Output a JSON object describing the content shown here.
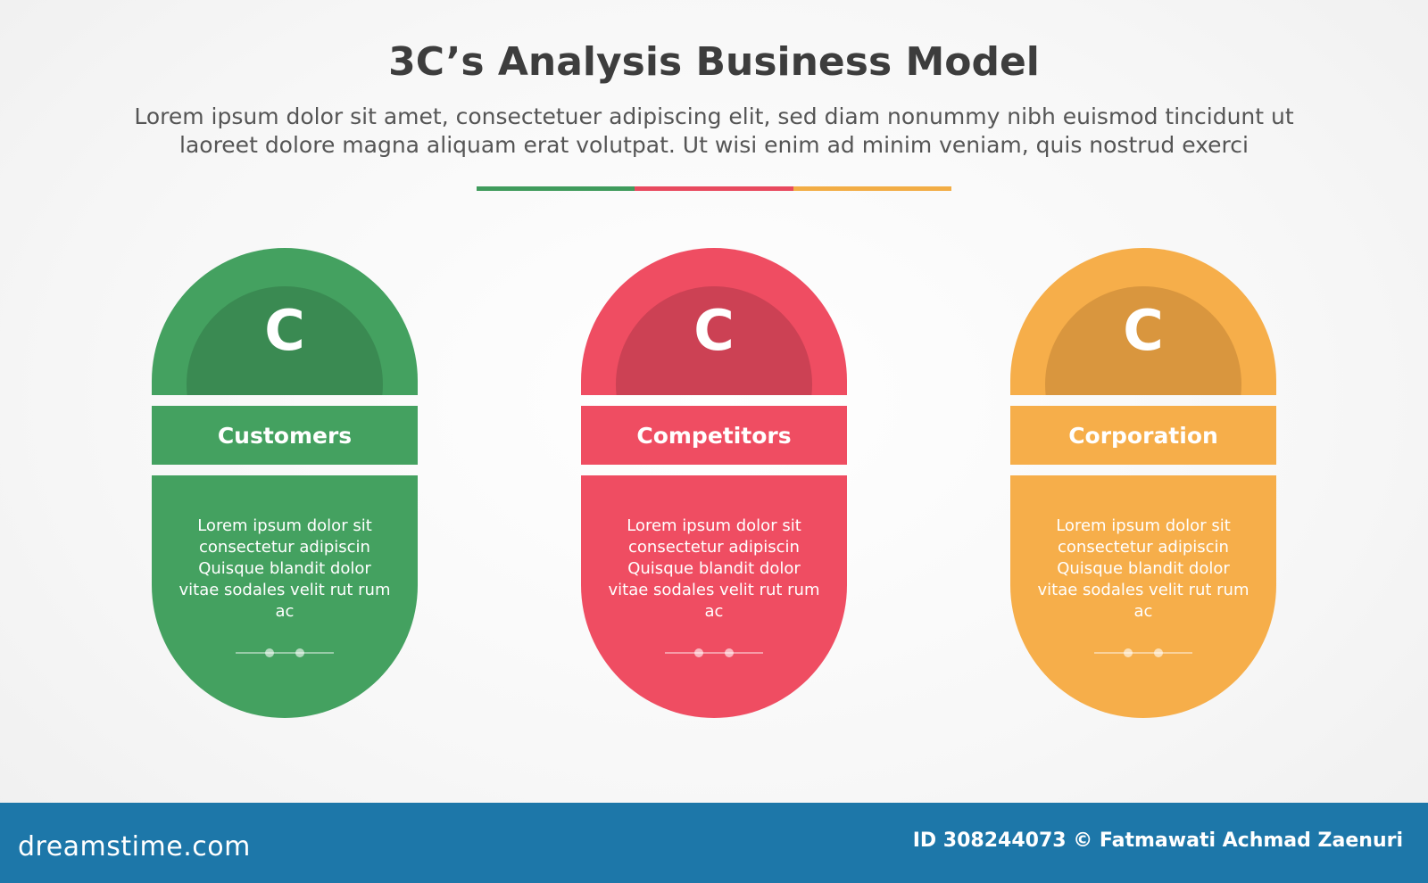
{
  "title": "3C’s Analysis Business Model",
  "subtitle_lines": [
    "Lorem ipsum dolor sit amet, consectetuer adipiscing elit, sed diam nonummy nibh euismod tincidunt ut",
    "laoreet dolore magna aliquam erat volutpat. Ut wisi enim ad minim veniam, quis nostrud exerci"
  ],
  "accent_colors": [
    "#3f9b5c",
    "#e84a5f",
    "#f2ad45"
  ],
  "cards": [
    {
      "letter": "C",
      "label": "Customers",
      "body": "Lorem ipsum dolor sit consectetur adipiscin Quisque blandit dolor vitae sodales velit rut rum ac",
      "color": "#44a160",
      "inner_color": "#3a8a52"
    },
    {
      "letter": "C",
      "label": "Competitors",
      "body": "Lorem ipsum dolor sit consectetur adipiscin Quisque blandit dolor vitae sodales velit rut rum ac",
      "color": "#ef4d62",
      "inner_color": "#cc4154"
    },
    {
      "letter": "C",
      "label": "Corporation",
      "body": "Lorem ipsum dolor sit consectetur adipiscin Quisque blandit dolor vitae sodales velit rut rum ac",
      "color": "#f6ae4a",
      "inner_color": "#d9963e"
    }
  ],
  "footer": {
    "logo": "dreamstime.com",
    "credit": "ID 308244073 © Fatmawati  Achmad Zaenuri"
  }
}
